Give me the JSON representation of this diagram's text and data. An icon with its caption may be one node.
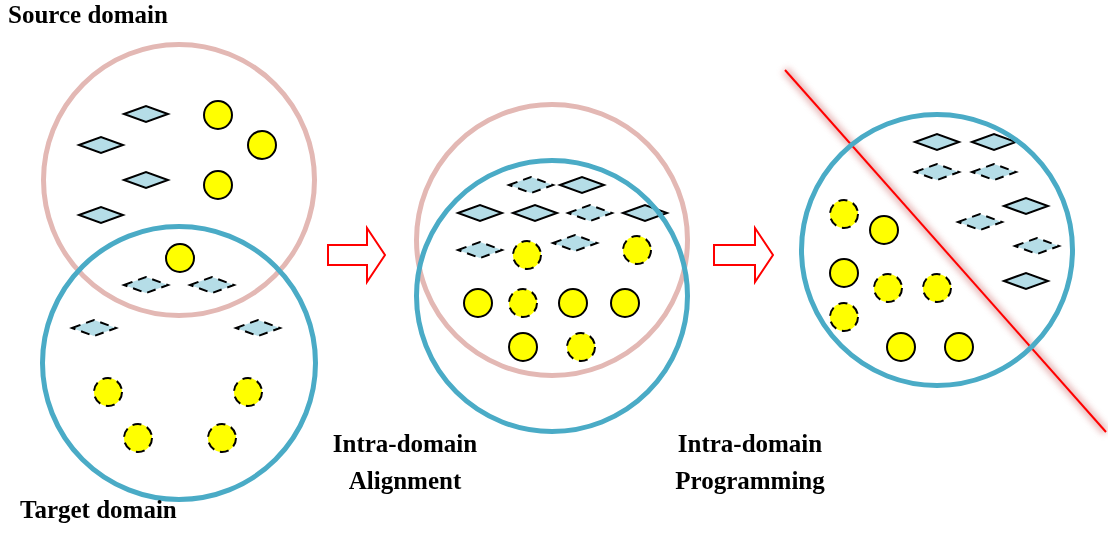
{
  "diagram": {
    "nodes": [
      {
        "text": [
          "Source domain"
        ]
      },
      {
        "text": [
          "Target domain"
        ]
      },
      {
        "text": [],
        "shape": "circle"
      },
      {
        "text": [],
        "shape": "circle"
      },
      {
        "text": [],
        "shape": "circle"
      }
    ],
    "edges": [
      {
        "from": 1,
        "to": 3,
        "arrow": "to"
      },
      {
        "from": 3,
        "to": 4,
        "arrow": "to"
      }
    ],
    "labels": [
      "Intra-domain Alignment",
      "Intra-domain Programming"
    ]
  }
}
